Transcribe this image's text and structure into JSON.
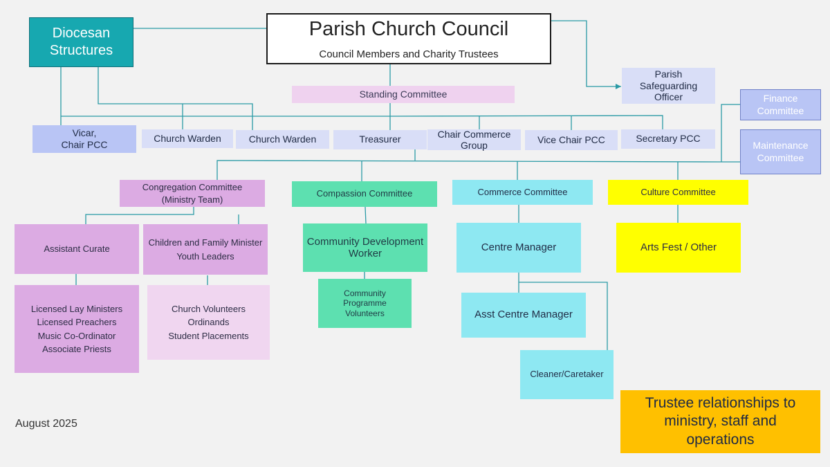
{
  "colors": {
    "connector": "#2a9aa5",
    "diocesan": "#17a8b0",
    "officer": "#b9c5f5",
    "congregation": "#dcabe3",
    "compassion": "#5de0b0",
    "commerce": "#8ee8f2",
    "culture": "#ffff00",
    "trustee_note": "#ffc000"
  },
  "top": {
    "diocesan": [
      "Diocesan",
      "Structures"
    ],
    "pcc_title": "Parish Church Council",
    "pcc_subtitle": "Council Members and Charity Trustees",
    "safeguarding": [
      "Parish",
      "Safeguarding",
      "Officer"
    ],
    "standing_committee": "Standing Committee"
  },
  "side": {
    "finance": [
      "Finance",
      "Committee"
    ],
    "maintenance": [
      "Maintenance",
      "Committee"
    ]
  },
  "officers": {
    "vicar": [
      "Vicar,",
      "Chair PCC"
    ],
    "warden1": "Church Warden",
    "warden2": "Church Warden",
    "treasurer": "Treasurer",
    "chair_commerce": [
      "Chair Commerce",
      "Group"
    ],
    "vice_chair": "Vice Chair PCC",
    "secretary": "Secretary PCC"
  },
  "committees": {
    "congregation": [
      "Congregation Committee",
      "(Ministry Team)"
    ],
    "compassion": "Compassion Committee",
    "commerce": "Commerce Committee",
    "culture": "Culture Committee"
  },
  "congregation_branch": {
    "assistant_curate": "Assistant Curate",
    "children_family": [
      "Children and Family Minister",
      "Youth Leaders"
    ],
    "lay_roles": [
      "Licensed Lay Ministers",
      "Licensed Preachers",
      "Music Co-Ordinator",
      "Associate Priests"
    ],
    "volunteers": [
      "Church Volunteers",
      "Ordinands",
      "Student Placements"
    ]
  },
  "compassion_branch": {
    "worker": [
      "Community Development",
      "Worker"
    ],
    "volunteers": [
      "Community",
      "Programme",
      "Volunteers"
    ]
  },
  "commerce_branch": {
    "centre_manager": "Centre Manager",
    "asst_manager": "Asst Centre Manager",
    "cleaner": "Cleaner/Caretaker"
  },
  "culture_branch": {
    "arts_fest": "Arts Fest / Other"
  },
  "footer": {
    "date": "August 2025",
    "trustee_note": [
      "Trustee relationships to",
      "ministry, staff and",
      "operations"
    ]
  }
}
